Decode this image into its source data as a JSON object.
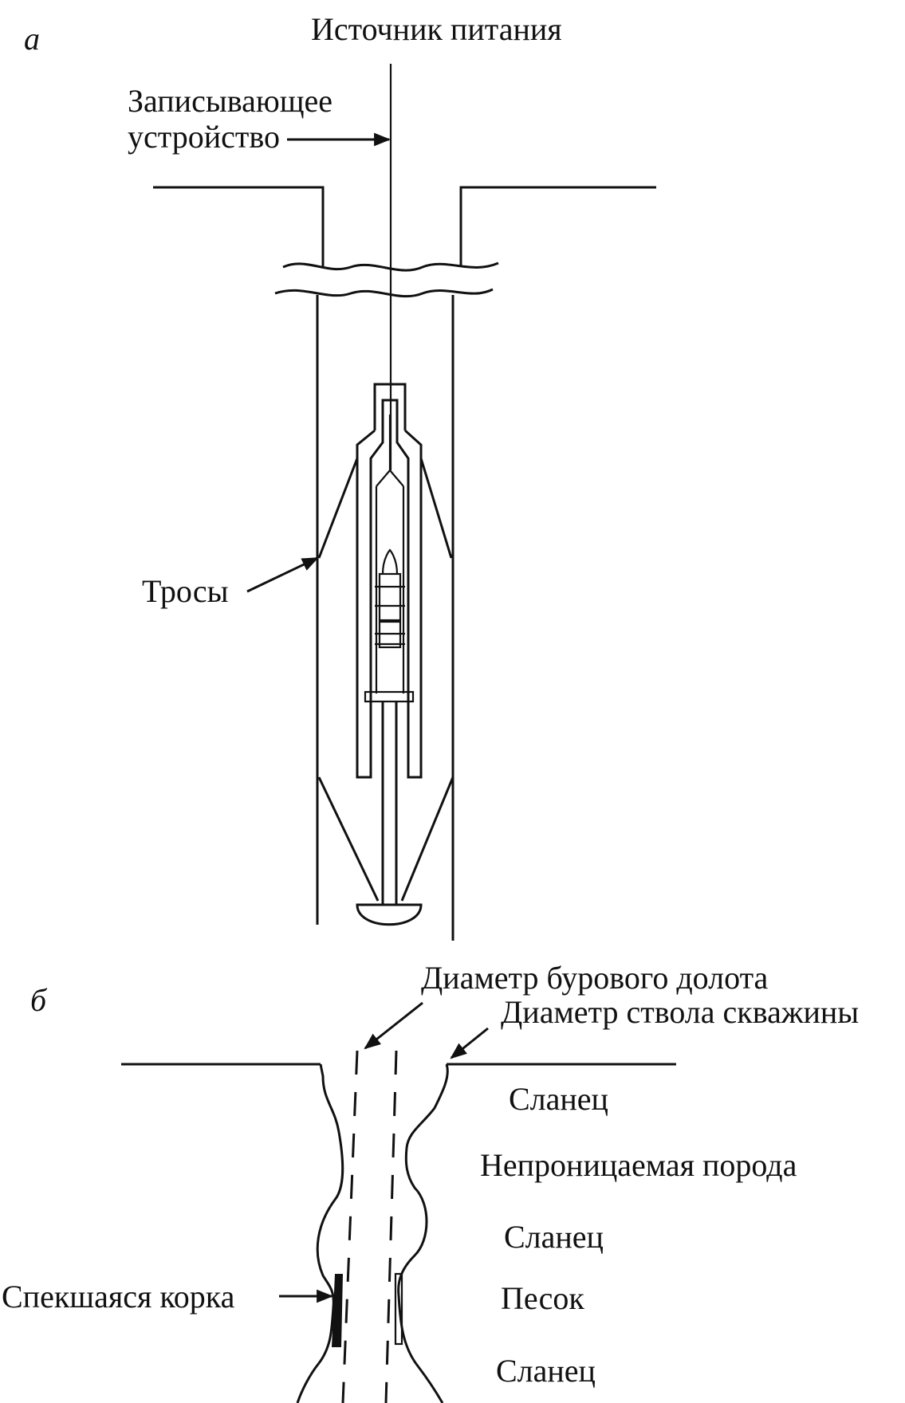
{
  "panel_a": {
    "letter": "а",
    "power_source": "Источник питания",
    "recorder_line1": "Записывающее",
    "recorder_line2": "устройство",
    "cables": "Тросы"
  },
  "panel_b": {
    "letter": "б",
    "bit_diameter": "Диаметр бурового долота",
    "hole_diameter": "Диаметр ствола скважины",
    "layers": [
      "Сланец",
      "Непроницаемая порода",
      "Сланец",
      "Песок",
      "Сланец"
    ],
    "mudcake": "Спекшаяся корка"
  }
}
